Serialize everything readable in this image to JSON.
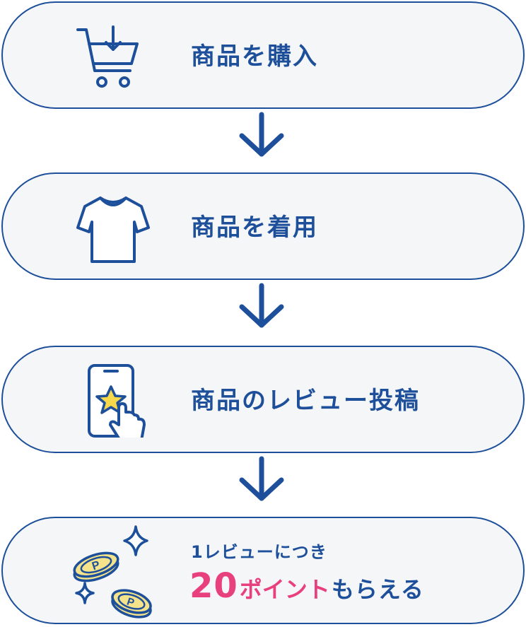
{
  "steps": [
    {
      "label": "商品を購入",
      "icon": "shopping-cart-download-icon"
    },
    {
      "label": "商品を着用",
      "icon": "tshirt-icon"
    },
    {
      "label": "商品のレビュー投稿",
      "icon": "smartphone-star-tap-icon"
    }
  ],
  "reward": {
    "small": "1レビューにつき",
    "number": "20",
    "unit": "ポイント",
    "tail": "もらえる",
    "icon": "point-coins-sparkle-icon"
  },
  "arrow_icon": "down-arrow-icon",
  "colors": {
    "primary": "#1d4f9a",
    "accent": "#e8407c",
    "card_background": "#f5f6f8",
    "star_fill": "#f7d84a",
    "coin_fill": "#f4e38a"
  }
}
